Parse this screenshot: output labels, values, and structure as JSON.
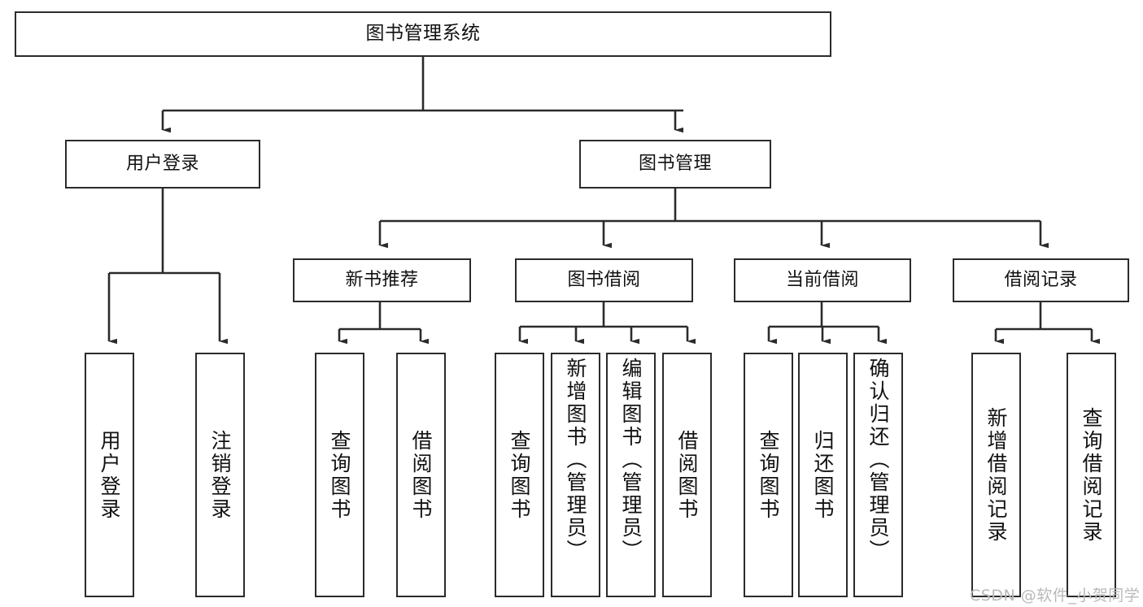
{
  "diagram": {
    "title": "图书管理系统",
    "type": "functional-structure-tree",
    "watermark": "CSDN @软件_小贺同学",
    "colors": {
      "box_border": "#2b2b2b",
      "box_fill": "#ffffff",
      "edge": "#2b2b2b",
      "text": "#111111",
      "watermark": "#b9b9b9",
      "background": "#ffffff"
    },
    "levels": {
      "root": {
        "label": "图书管理系统"
      },
      "level2": [
        {
          "label": "用户登录"
        },
        {
          "label": "图书管理"
        }
      ],
      "level3": [
        {
          "label": "新书推荐"
        },
        {
          "label": "图书借阅"
        },
        {
          "label": "当前借阅"
        },
        {
          "label": "借阅记录"
        }
      ],
      "leaves": {
        "user_login": [
          {
            "label": "用户登录"
          },
          {
            "label": "注销登录"
          }
        ],
        "new_book_recommend": [
          {
            "label": "查询图书"
          },
          {
            "label": "借阅图书"
          }
        ],
        "book_borrow": [
          {
            "label": "查询图书"
          },
          {
            "label": "新增图书（管理员）"
          },
          {
            "label": "编辑图书（管理员）"
          },
          {
            "label": "借阅图书"
          }
        ],
        "current_borrow": [
          {
            "label": "查询图书"
          },
          {
            "label": "归还图书"
          },
          {
            "label": "确认归还（管理员）"
          }
        ],
        "borrow_record": [
          {
            "label": "新增借阅记录"
          },
          {
            "label": "查询借阅记录"
          }
        ]
      }
    }
  }
}
